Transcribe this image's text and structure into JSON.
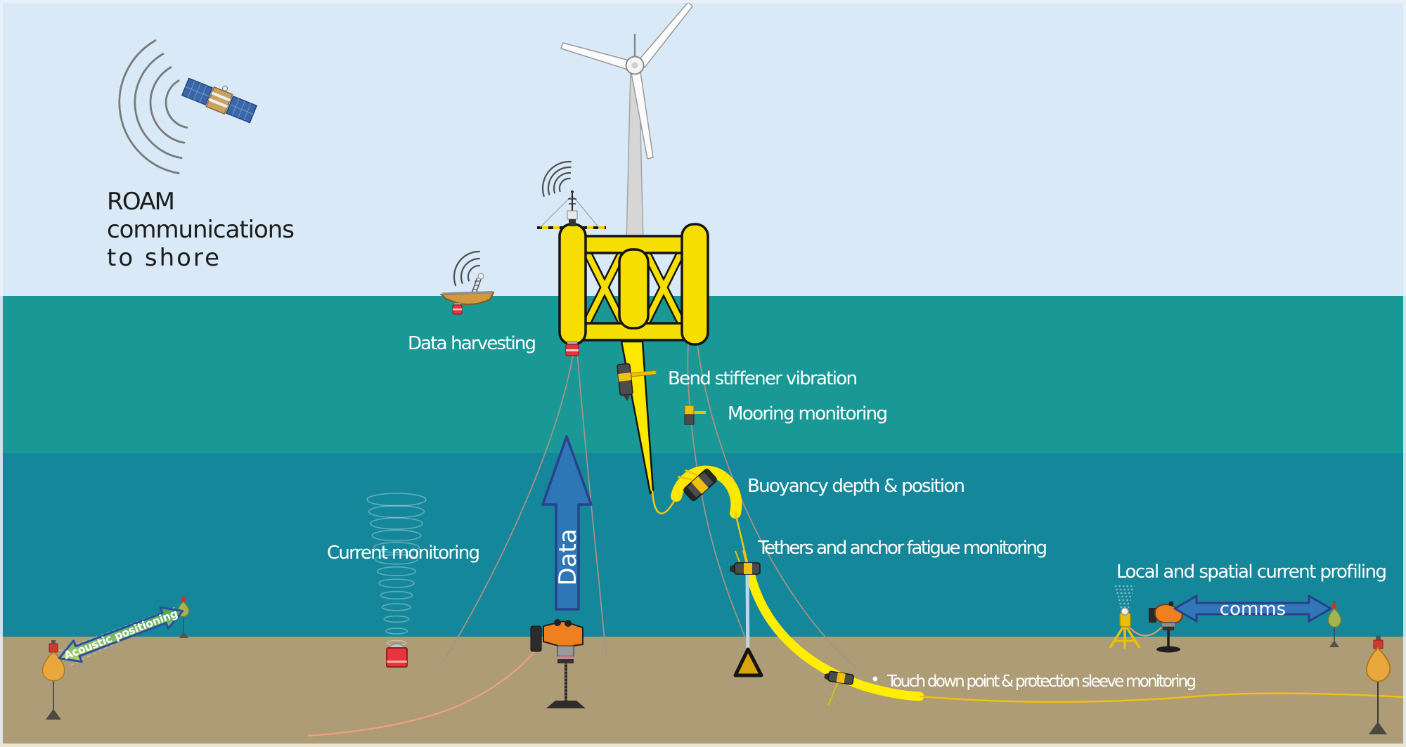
{
  "labels": {
    "roam": {
      "line1": "ROAM",
      "line2": "communications",
      "line3": "to shore"
    },
    "data_harvesting": "Data harvesting",
    "bend_stiffener_vibration": "Bend stiffener vibration",
    "mooring_monitoring": "Mooring monitoring",
    "buoyancy_depth_position": "Buoyancy depth & position",
    "current_monitoring": "Current monitoring",
    "tethers_anchor_fatigue": "Tethers and anchor fatigue monitoring",
    "local_spatial_current": "Local and spatial current profiling",
    "touch_down_bullet": "•",
    "touch_down": "Touch down point & protection sleeve monitoring",
    "data_arrow": "Data",
    "comms_arrow": "comms",
    "acoustic_positioning": "Acoustic positioning"
  },
  "colors": {
    "sky": "#d9e9f7",
    "water_upper": "#1a9896",
    "water_mid": "#15879a",
    "seabed": "#ad9c76",
    "platform_yellow": "#f6df00",
    "stiffener_yellow": "#ffe800",
    "cable_yellow": "#ffee00",
    "arrow_blue": "#3077b8",
    "arrow_border_blue": "#2a3f8c",
    "acoustic_green_light": "#c8d56e",
    "acoustic_green_dark": "#2f9e5a",
    "equipment_orange": "#ef8020",
    "sensor_red": "#e8353d",
    "buoy_orange": "#e9a83e",
    "buoy_green": "#a4b454",
    "tether_blue": "#b9d6ea",
    "label_text": "#ffffff",
    "sky_text": "#1c1c1c",
    "signal_arc_gray": "#7a7a7a"
  }
}
